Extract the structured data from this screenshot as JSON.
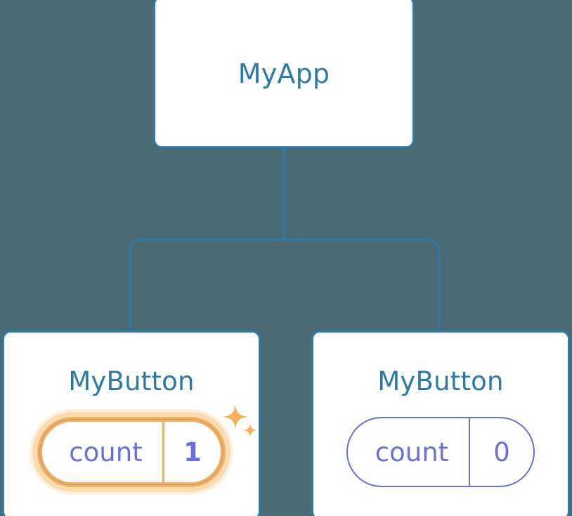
{
  "theme": {
    "background": "#4c6a74",
    "node_border": "#2d79a8",
    "node_fill": "#ffffff",
    "node_title_color": "#2d79a8",
    "edge_color": "#2d79a8",
    "state_color": "#6b6ee0",
    "highlight_color": "#f5b15a",
    "highlight_glow": "#fad9a8",
    "sparkle_color": "#f5b15a"
  },
  "tree": {
    "root": {
      "title": "MyApp"
    },
    "children": [
      {
        "title": "MyButton",
        "state": {
          "key": "count",
          "value": "1"
        },
        "highlighted": true,
        "sparkle_large_name": "sparkle-large-icon",
        "sparkle_small_name": "sparkle-small-icon"
      },
      {
        "title": "MyButton",
        "state": {
          "key": "count",
          "value": "0"
        },
        "highlighted": false
      }
    ]
  }
}
